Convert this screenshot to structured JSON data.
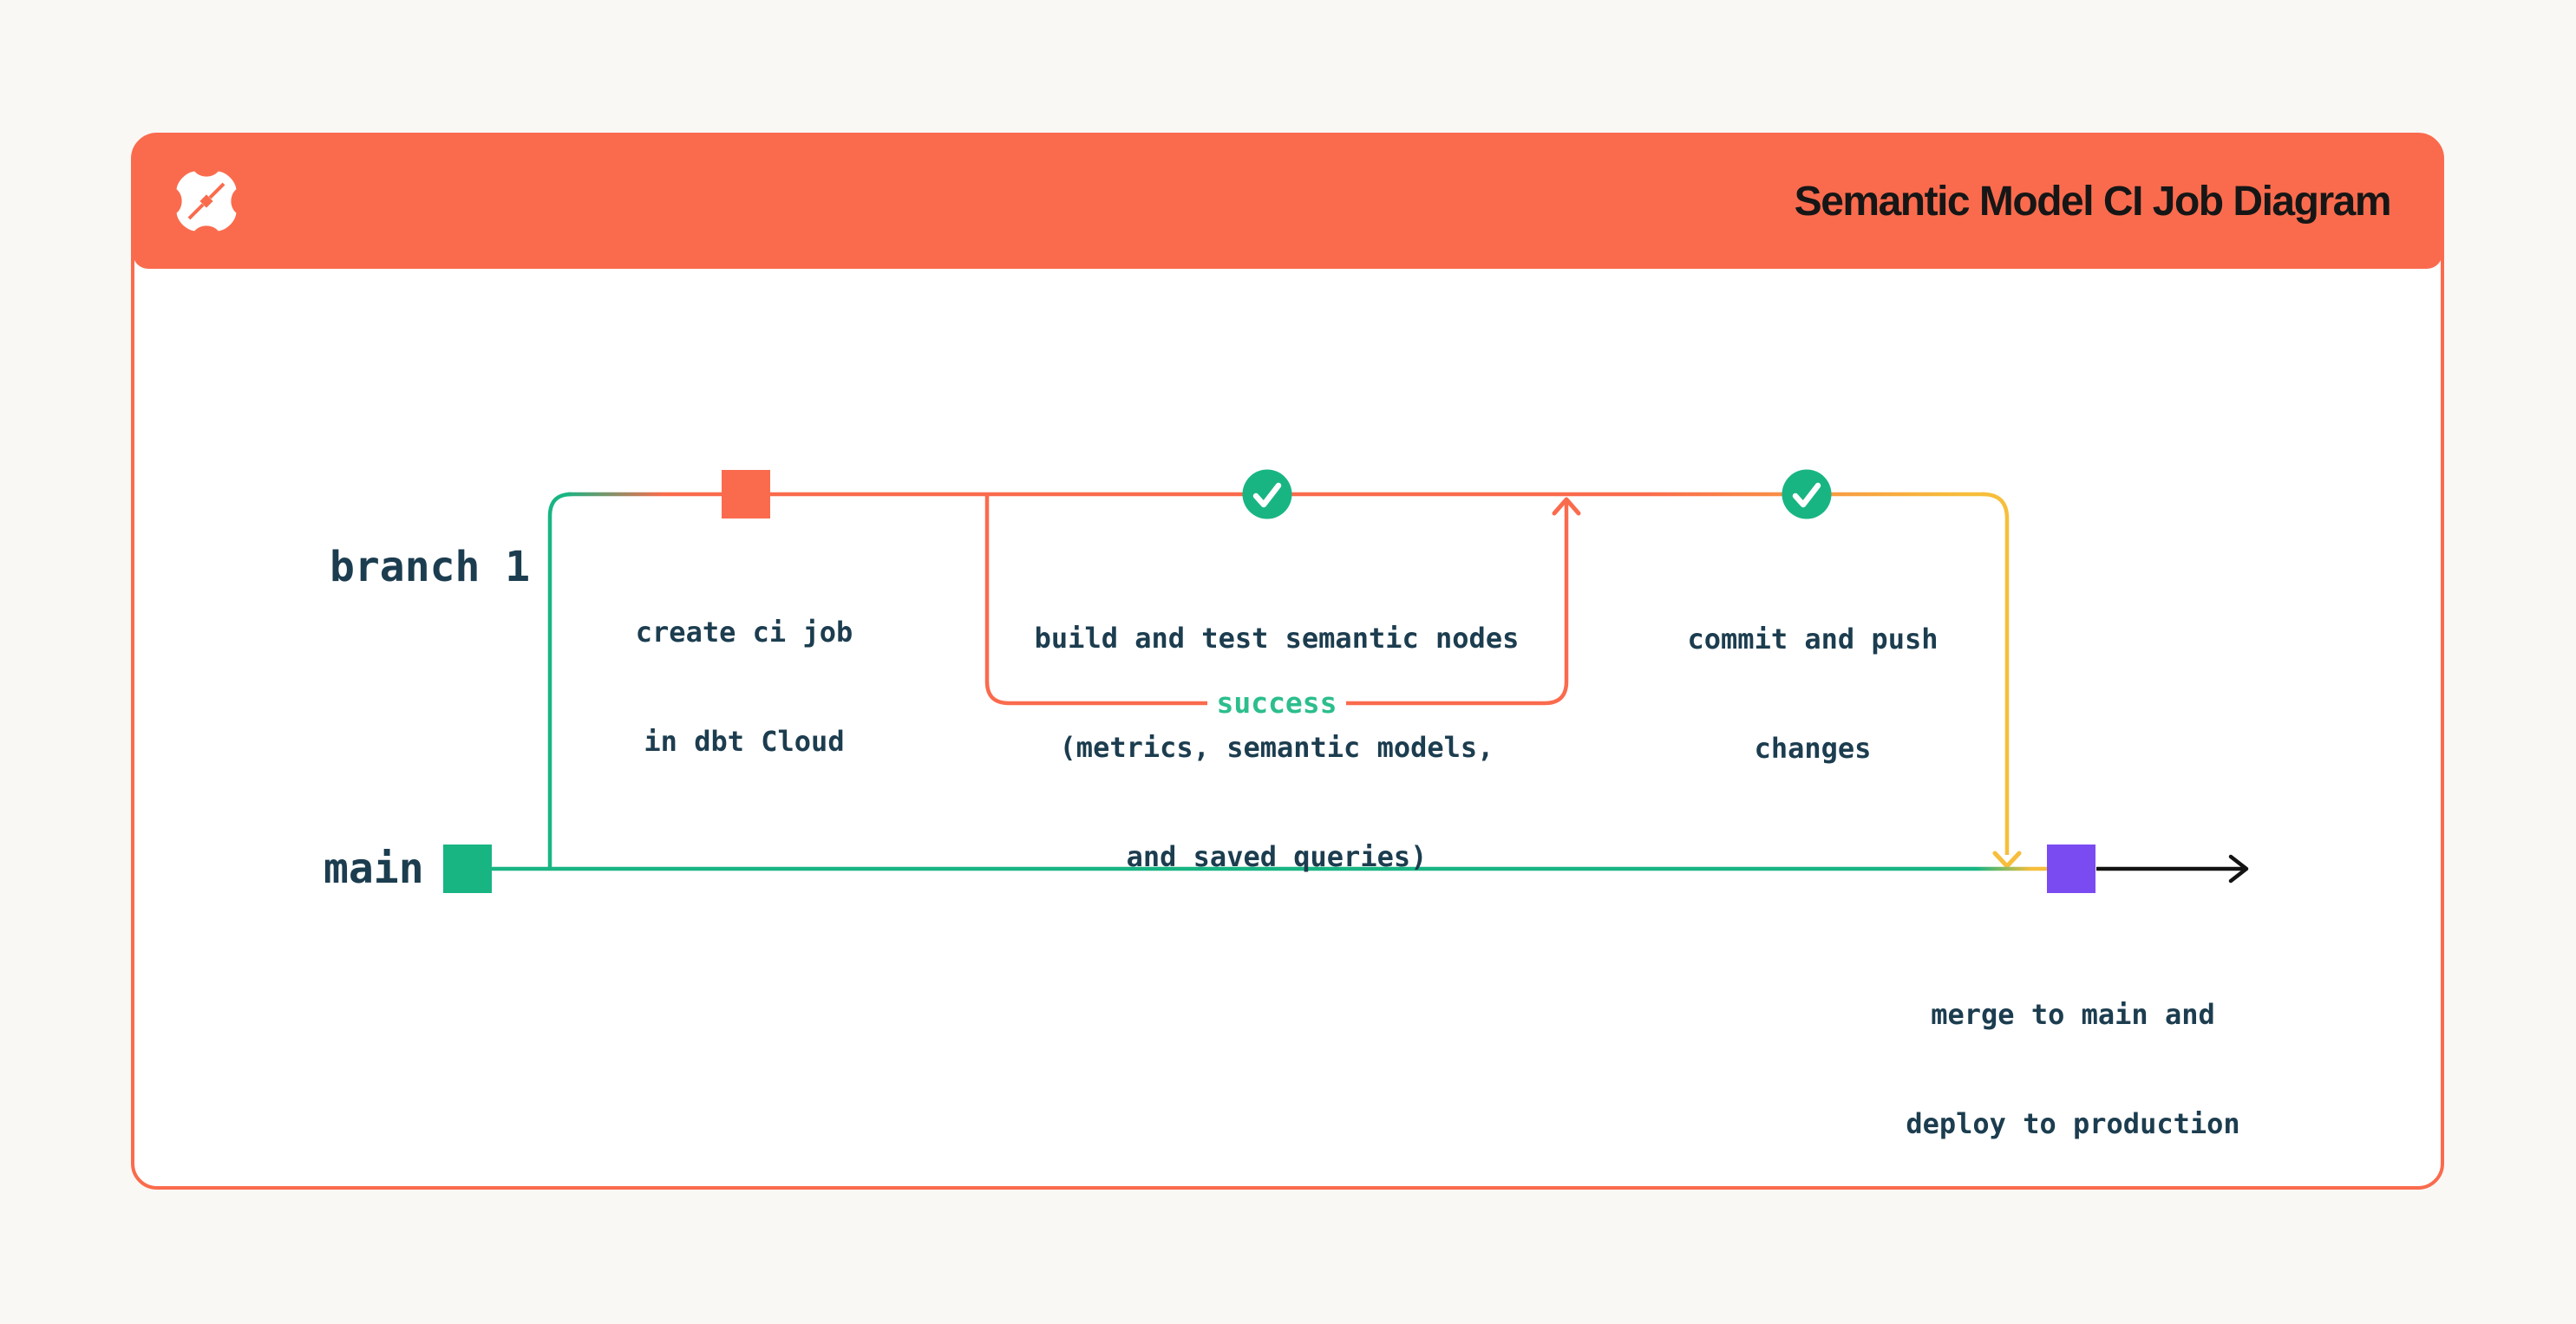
{
  "colors": {
    "page_bg": "#FAF8F5",
    "card_bg": "#FFFFFF",
    "orange": "#FA6B4D",
    "green": "#18B583",
    "success_green": "#2CBE8C",
    "yellow": "#F7BE3B",
    "purple": "#7B4BF2",
    "dark_text": "#1C3D4F",
    "title_text": "#161616",
    "arrow_black": "#131313"
  },
  "header": {
    "title": "Semantic Model CI Job Diagram",
    "logo": "dbt-logo"
  },
  "diagram": {
    "branch1_label": "branch 1",
    "main_label": "main",
    "success_label": "success",
    "steps": {
      "create_ci": {
        "lines": [
          "create ci job",
          "in dbt Cloud"
        ]
      },
      "build_test": {
        "lines": [
          "build and test semantic nodes",
          "(metrics, semantic models,",
          "and saved queries)"
        ]
      },
      "commit_push": {
        "lines": [
          "commit and push",
          "changes"
        ]
      },
      "merge_deploy": {
        "lines": [
          "merge to main and",
          "deploy to production"
        ]
      }
    }
  }
}
